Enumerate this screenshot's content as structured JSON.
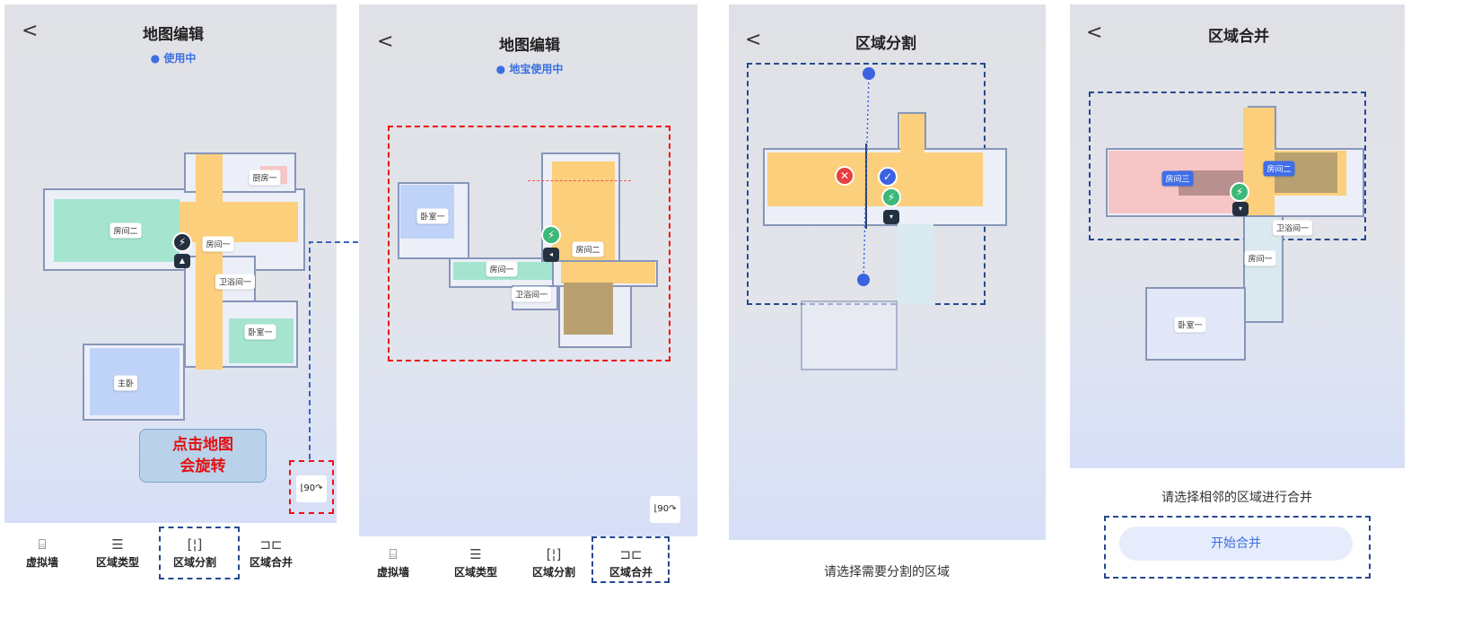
{
  "colors": {
    "accent": "#3b6fe0",
    "orange": "#fbcf7b",
    "green": "#a5e5cf",
    "blue": "#bfd2f8",
    "pink": "#f6c6c6",
    "callout_text": "#e11111"
  },
  "screen1": {
    "back": "<",
    "title": "地图编辑",
    "status": "使用中",
    "rooms": [
      "房间二",
      "房间一",
      "厨房一",
      "卫浴间一",
      "卧室一",
      "主卧"
    ],
    "callout": [
      "点击地图",
      "会旋转"
    ],
    "rotate_icon_text": "90",
    "toolbar": [
      {
        "icon": "virtual-wall-icon",
        "glyph": "⌸",
        "label": "虚拟墙"
      },
      {
        "icon": "list-icon",
        "glyph": "☰",
        "label": "区域类型"
      },
      {
        "icon": "split-icon",
        "glyph": "[¦]",
        "label": "区域分割"
      },
      {
        "icon": "merge-icon",
        "glyph": "⊐⊏",
        "label": "区域合并"
      }
    ]
  },
  "screen2": {
    "back": "<",
    "title": "地图编辑",
    "status": "地宝使用中",
    "rooms": [
      "卧室一",
      "房间一",
      "卫浴间一",
      "房间二"
    ],
    "rotate_icon_text": "90",
    "toolbar": [
      {
        "glyph": "⌸",
        "label": "虚拟墙"
      },
      {
        "glyph": "☰",
        "label": "区域类型"
      },
      {
        "glyph": "[¦]",
        "label": "区域分割"
      },
      {
        "glyph": "⊐⊏",
        "label": "区域合并"
      }
    ]
  },
  "screen3": {
    "back": "<",
    "title": "区域分割",
    "hint": "请选择需要分割的区域"
  },
  "screen4": {
    "back": "<",
    "title": "区域合并",
    "rooms": [
      "房间三",
      "房间二",
      "卫浴间一",
      "房间一",
      "卧室一"
    ],
    "hint": "请选择相邻的区域进行合并",
    "button": "开始合并"
  }
}
